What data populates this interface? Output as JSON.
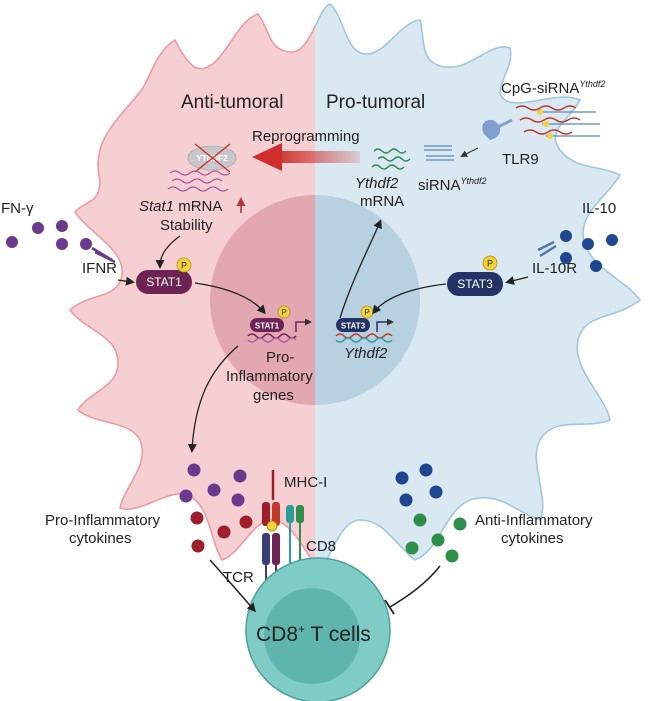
{
  "header": {
    "left": "Anti-tumoral",
    "right": "Pro-tumoral"
  },
  "reprogramming": "Reprogramming",
  "cpg_sirna": {
    "base": "CpG-siRNA",
    "sup": "Ythdf2"
  },
  "tlr9": "TLR9",
  "sirna": {
    "base": "siRNA",
    "sup": "Ythdf2"
  },
  "ythdf2_mrna": {
    "gene": "Ythdf2",
    "mrna": "mRNA"
  },
  "ythdf2_protein": "YTHDF2",
  "stat1_mrna": {
    "gene": "Stat1",
    "mrna": " mRNA",
    "line2": "Stability"
  },
  "fn_gamma": "FN-γ",
  "ifnr": "IFNR",
  "il10": "IL-10",
  "il10r": "IL-10R",
  "stat1": "STAT1",
  "stat3": "STAT3",
  "phospho": "P",
  "nuc_stat1": "STAT1",
  "nuc_stat3": "STAT3",
  "pro_genes": [
    "Pro-",
    "Inflammatory",
    "genes"
  ],
  "ythdf2_gene": "Ythdf2",
  "pro_cytokines": [
    "Pro-Inflammatory",
    "cytokines"
  ],
  "anti_cytokines": [
    "Anti-Inflammatory",
    "cytokines"
  ],
  "mhc": "MHC-I",
  "cd8": "CD8",
  "tcr": "TCR",
  "tcell": {
    "base": "CD8",
    "sup": "+",
    "rest": " T cells"
  },
  "colors": {
    "anti_bg": "#f6cfd3",
    "pro_bg": "#d9e8f1",
    "anti_edge": "#ee9aa3",
    "pro_edge": "#9fc7df",
    "reprogram_arrow": "#cf2e2b",
    "stat1": "#6d2455",
    "stat3": "#243366",
    "purple_dot": "#6b3a8c",
    "blue_dot": "#1f4690",
    "red_dot": "#9e1f2a",
    "green_dot": "#2f8f4a",
    "tcell": "#7fcbc5"
  }
}
